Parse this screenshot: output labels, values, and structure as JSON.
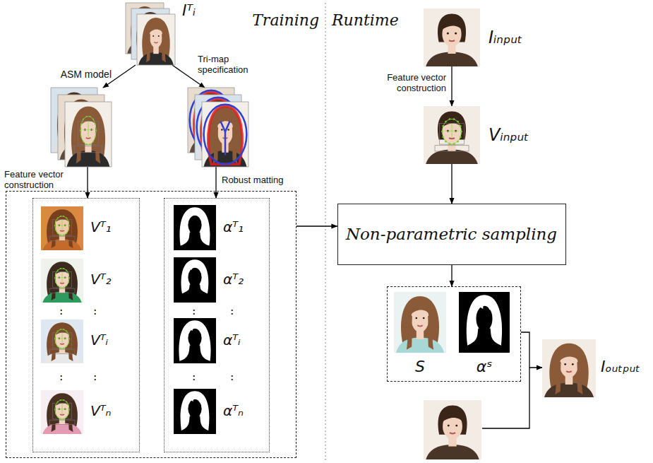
{
  "diagram": {
    "nodes": [
      {
        "text": [
          "Iᵀᵢ"
        ]
      },
      {
        "text": [
          "ASM model"
        ]
      },
      {
        "text": [
          "Tri-map specification"
        ]
      },
      {
        "text": []
      },
      {
        "text": [
          ":",
          ":",
          ":",
          ":"
        ],
        "in": 3
      },
      {
        "text": [
          "Vᵀ₁"
        ],
        "in": 4
      },
      {
        "text": [
          "Vᵀ₂"
        ],
        "in": 4
      },
      {
        "text": [
          "Vᵀᵢ"
        ],
        "in": 4
      },
      {
        "text": [
          "Vᵀₙ"
        ],
        "in": 4
      },
      {
        "text": [
          ":",
          ":",
          ":",
          ":"
        ],
        "in": 3
      },
      {
        "text": [
          "αᵀ₁"
        ],
        "in": 9
      },
      {
        "text": [
          "αᵀ₂"
        ],
        "in": 9
      },
      {
        "text": [
          "αᵀᵢ"
        ],
        "in": 9
      },
      {
        "text": [
          "αᵀₙ"
        ],
        "in": 9
      },
      {
        "text": [
          "Iᵢₙₚᵤₜ"
        ]
      },
      {
        "text": [
          "Vᵢₙₚᵤₜ"
        ]
      },
      {
        "text": [
          "Non-parametric sampling"
        ]
      },
      {
        "text": []
      },
      {
        "text": [
          "S"
        ],
        "in": 17
      },
      {
        "text": [
          "αˢ"
        ],
        "in": 17
      },
      {
        "text": [
          "Iₒᵤₜₚᵤₜ"
        ]
      }
    ],
    "edges": [
      {
        "from": 0,
        "to": 1,
        "arrow": "to"
      },
      {
        "from": 0,
        "to": 2,
        "arrow": "to"
      },
      {
        "from": 1,
        "to": 4,
        "arrow": "to",
        "label": "Feature vector construction"
      },
      {
        "from": 2,
        "to": 9,
        "arrow": "to",
        "label": "Robust matting"
      },
      {
        "from": 3,
        "to": 16,
        "arrow": "to"
      },
      {
        "from": 14,
        "to": 15,
        "arrow": "to",
        "label": "Feature vector construction"
      },
      {
        "from": 15,
        "to": 16,
        "arrow": "to"
      },
      {
        "from": 16,
        "to": 17,
        "arrow": "to"
      },
      {
        "from": 17,
        "to": 20,
        "arrow": "to"
      }
    ],
    "labels": [
      "Training",
      "Runtime"
    ]
  }
}
